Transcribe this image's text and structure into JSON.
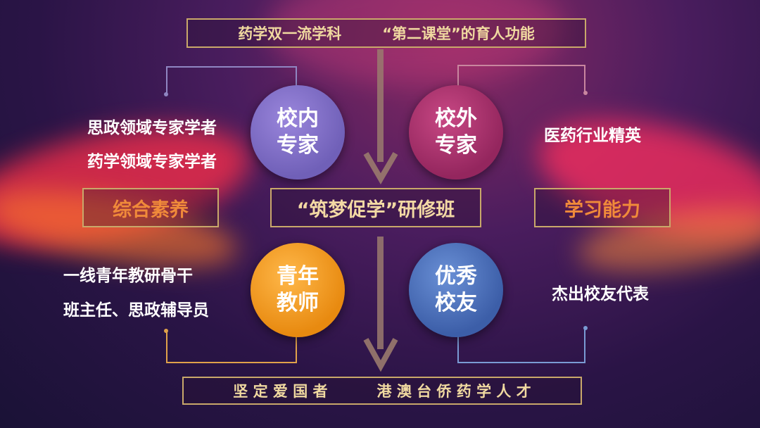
{
  "top_banner": {
    "left": "药学双一流学科",
    "right": "“第二课堂”的育人功能"
  },
  "center_box": "“筑梦促学”研修班",
  "left_box": "综合素养",
  "right_box": "学习能力",
  "bottom_banner": {
    "left": "坚 定 爱 国 者",
    "right": "港 澳 台 侨 药 学 人 才"
  },
  "circles": {
    "inner_experts": {
      "line1": "校内",
      "line2": "专家"
    },
    "outer_experts": {
      "line1": "校外",
      "line2": "专家"
    },
    "young_teachers": {
      "line1": "青年",
      "line2": "教师"
    },
    "alumni": {
      "line1": "优秀",
      "line2": "校友"
    }
  },
  "labels": {
    "top_left": [
      "思政领域专家学者",
      "药学领域专家学者"
    ],
    "top_right": [
      "医药行业精英"
    ],
    "bottom_left": [
      "一线青年教研骨干",
      "班主任、思政辅导员"
    ],
    "bottom_right": [
      "杰出校友代表"
    ]
  },
  "colors": {
    "gold": "#c9a86a",
    "inner_experts": "#7d65c4",
    "outer_experts": "#a2306a",
    "young_teachers": "#f09a1c",
    "alumni": "#4a6fb8",
    "arrow": "#9a7a6e"
  }
}
